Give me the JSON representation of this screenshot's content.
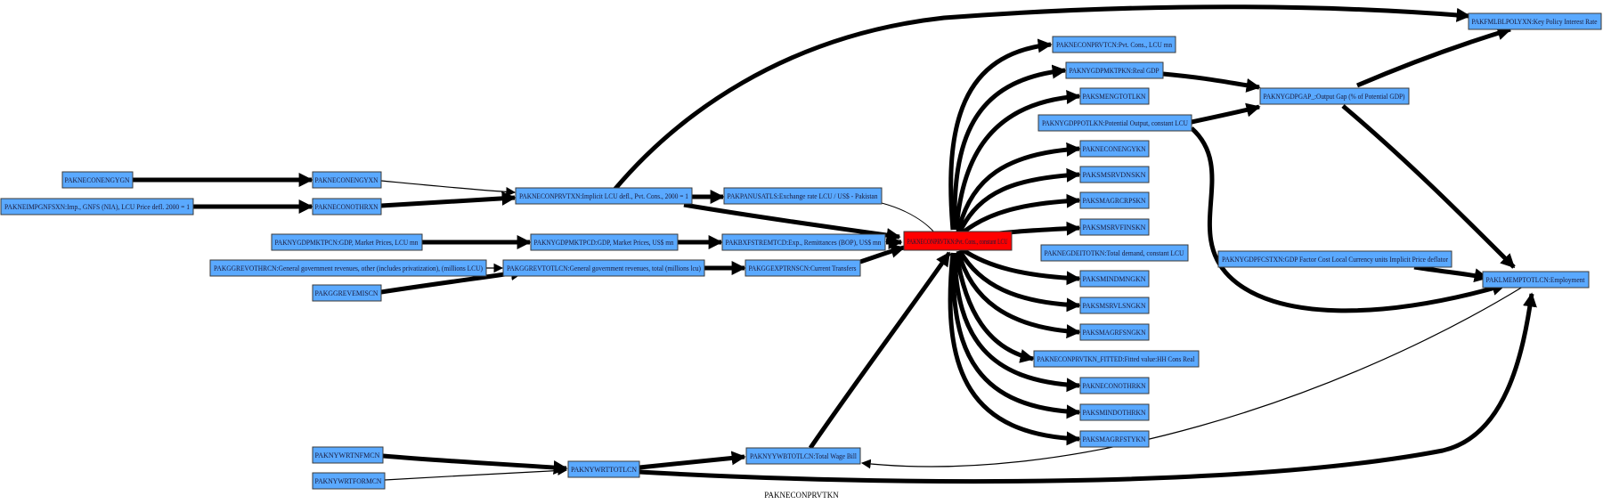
{
  "graph": {
    "caption": "PAKNECONPRVTKN",
    "colors": {
      "node_fill": "#5aa9ff",
      "node_border": "#3a3a3a",
      "center_fill": "#ff0000",
      "edge": "#000000",
      "background": "#ffffff"
    },
    "nodes": [
      {
        "id": "center",
        "label": "PAKNECONPRVTKN:Pvt. Cons., constant LCU",
        "kind": "center"
      },
      {
        "id": "nec_energy_yg",
        "label": "PAKNECONENGYGN"
      },
      {
        "id": "mp_gnfs",
        "label": "PAKNEIMPGNFSXN:Imp., GNFS (NIA), LCU Price defl. 2000 = 1"
      },
      {
        "id": "nec_energy_xn",
        "label": "PAKNECONENGYXN"
      },
      {
        "id": "nec_oth_xn",
        "label": "PAKNECONOTHRXN"
      },
      {
        "id": "prvt_xn",
        "label": "PAKNECONPRVTXN:Implicit LCU defl., Pvt. Cons., 2000 = 1"
      },
      {
        "id": "pa_nusat",
        "label": "PAKPANUSATLS:Exchange rate LCU / US$ - Pakistan"
      },
      {
        "id": "gdp_mp_cn",
        "label": "PAKNYGDPMKTPCN:GDP, Market Prices, LCU mn"
      },
      {
        "id": "gdp_mp_cd",
        "label": "PAKNYGDPMKTPCD:GDP, Market Prices, US$ mn"
      },
      {
        "id": "bx_trf",
        "label": "PAKBXFSTREMTCD:Exp., Remittances (BOP), US$ mn"
      },
      {
        "id": "gg_rev_oth",
        "label": "PAKGGREVOTHRCN:General government revenues, other (includes privatization), (millions LCU)"
      },
      {
        "id": "gg_rev_tot",
        "label": "PAKGGREVTOTLCN:General government revenues, total (millions lcu)"
      },
      {
        "id": "gg_exp_trn",
        "label": "PAKGGEXPTRNSCN:Current Transfers"
      },
      {
        "id": "gg_rev_emi",
        "label": "PAKGGREVEMISCN"
      },
      {
        "id": "ny_wrt_nfm",
        "label": "PAKNYWRTNFMCN"
      },
      {
        "id": "ny_wrt_for",
        "label": "PAKNYWRTFORMCN"
      },
      {
        "id": "ny_wrt_tot",
        "label": "PAKNYWRTTOTLCN"
      },
      {
        "id": "ny_wbt_tot",
        "label": "PAKNYYWBTOTLCN:Total Wage Bill"
      },
      {
        "id": "fm_pol",
        "label": "PAKFMLBLPOLYXN:Key Policy Interest Rate"
      },
      {
        "id": "prvt_cn",
        "label": "PAKNECONPRVTCN:Pvt. Cons., LCU mn"
      },
      {
        "id": "gdp_mp_kn",
        "label": "PAKNYGDPMKTPKN:Real GDP"
      },
      {
        "id": "sm_eng",
        "label": "PAKSMENGTOTLKN"
      },
      {
        "id": "gdp_pot",
        "label": "PAKNYGDPPOTLKN:Potential Output, constant LCU"
      },
      {
        "id": "gdp_gap",
        "label": "PAKNYGDPGAP_:Output Gap (% of Potential GDP)"
      },
      {
        "id": "nec_energy_kn",
        "label": "PAKNECONENGYKN"
      },
      {
        "id": "sm_srv_dn",
        "label": "PAKSMSRVDNSKN"
      },
      {
        "id": "sm_agr_crp",
        "label": "PAKSMAGRCRPSKN"
      },
      {
        "id": "sm_srv_fin",
        "label": "PAKSMSRVFINSKN"
      },
      {
        "id": "ne_gde",
        "label": "PAKNEGDEITOTKN:Total demand, constant LCU"
      },
      {
        "id": "gdp_fc",
        "label": "PAKNYGDPFCSTXN:GDP Factor Cost Local Currency units Implicit Price deflator"
      },
      {
        "id": "lm_emp",
        "label": "PAKLMEMPTOTLCN:Employment"
      },
      {
        "id": "sm_min",
        "label": "PAKSMINDMNGKN"
      },
      {
        "id": "sm_srv_ls",
        "label": "PAKSMSRVLSNGKN"
      },
      {
        "id": "sm_agr_fsn",
        "label": "PAKSMAGRFSNGKN"
      },
      {
        "id": "prvt_fitted",
        "label": "PAKNECONPRVTKN_FITTED:Fitted  value:HH Cons Real"
      },
      {
        "id": "nec_oth_kn",
        "label": "PAKNECONOTHRKN"
      },
      {
        "id": "sm_ind_oth",
        "label": "PAKSMINDOTHRKN"
      },
      {
        "id": "sm_agr_fsty",
        "label": "PAKSMAGRFSTYKN"
      }
    ]
  }
}
